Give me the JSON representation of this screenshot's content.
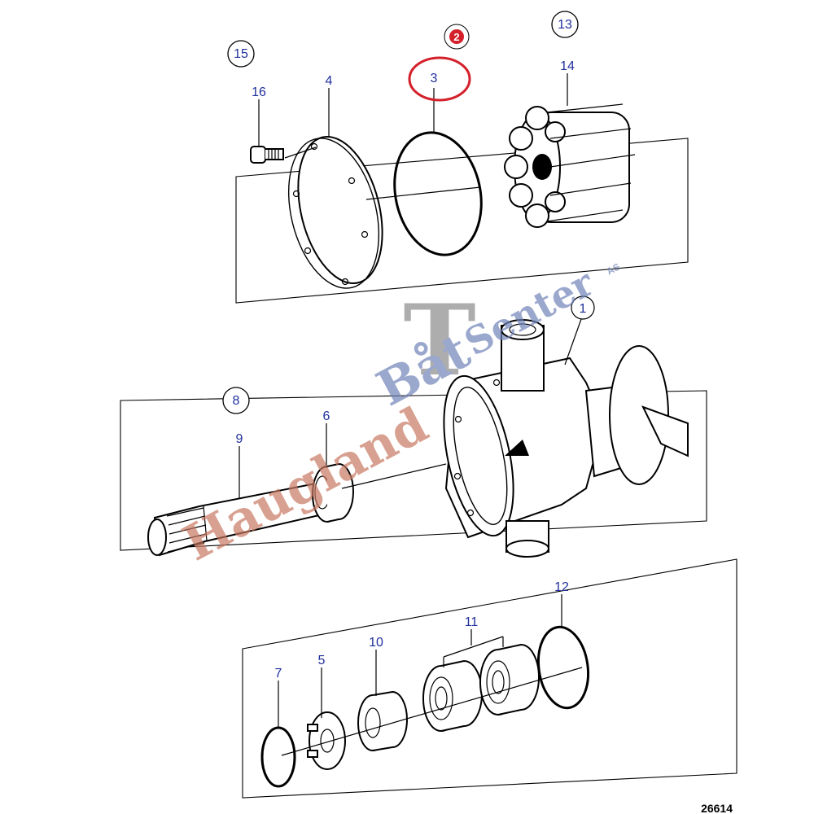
{
  "diagram": {
    "drawing_ref": "26614",
    "highlight_color": "#d4202a",
    "callout_color": "#1f2f9c",
    "callouts": {
      "c1": "1",
      "c3": "3",
      "c4": "4",
      "c5": "5",
      "c6": "6",
      "c7": "7",
      "c9": "9",
      "c10": "10",
      "c11": "11",
      "c12": "12",
      "c14": "14",
      "c16": "16"
    },
    "groups": {
      "g2": "2",
      "g8": "8",
      "g13": "13",
      "g15": "15"
    }
  },
  "watermark": {
    "part1": "Haugland",
    "part2": "Båt",
    "part3": "Senter",
    "suffix": "AS",
    "logo_letter": "T"
  }
}
